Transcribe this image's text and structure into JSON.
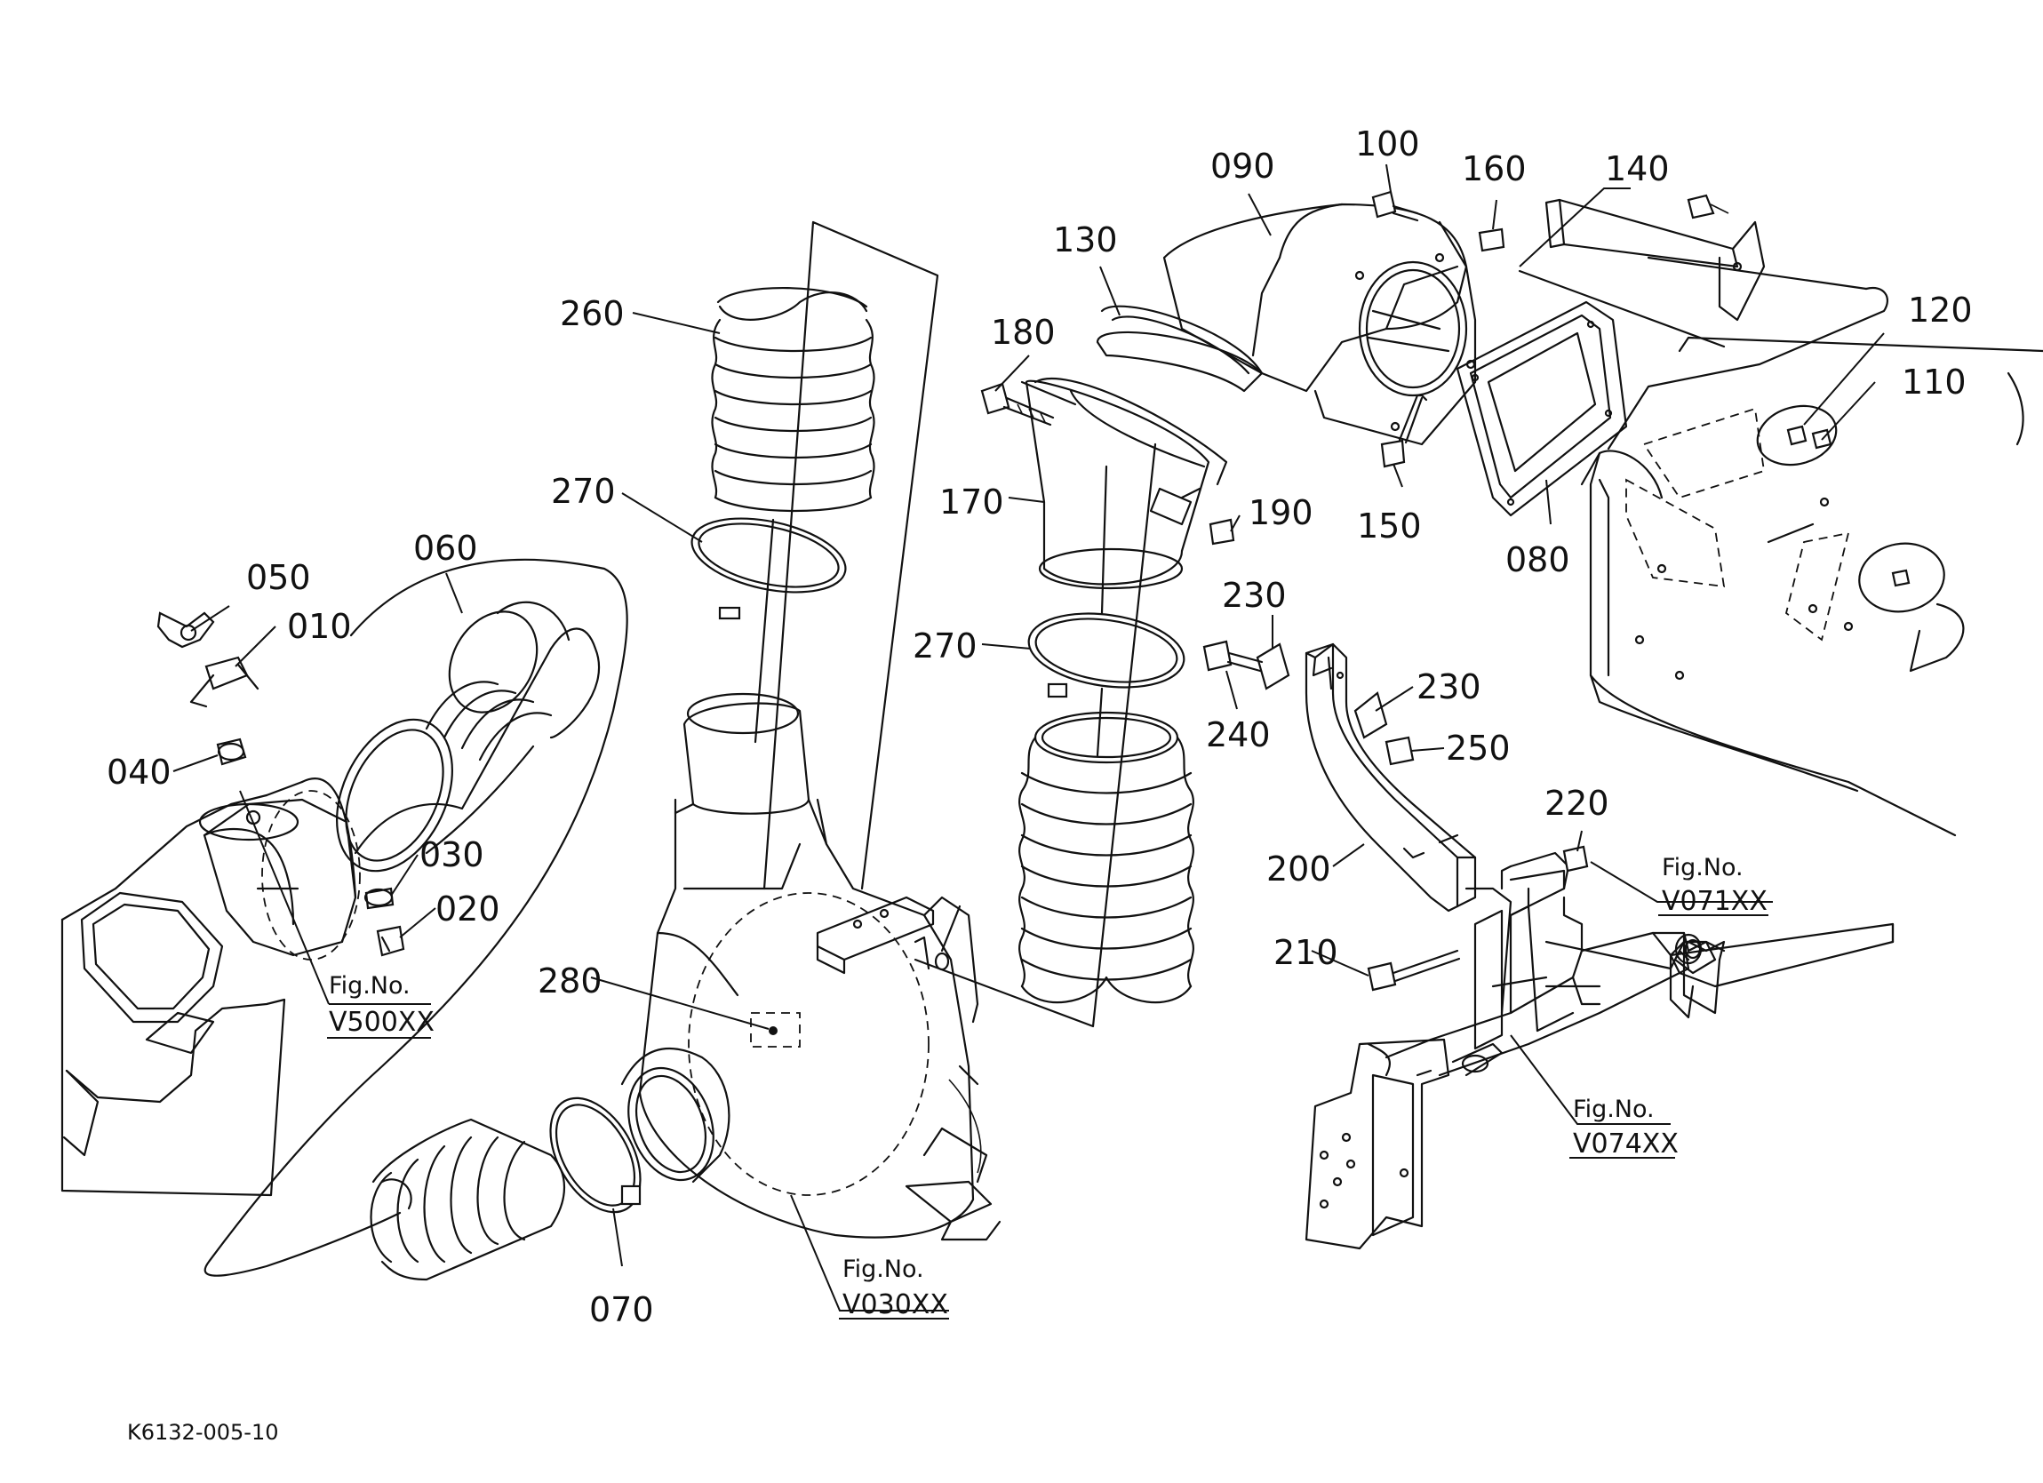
{
  "drawing_code": "K6132-005-10",
  "callouts": [
    {
      "id": "callout-090",
      "label": "090"
    },
    {
      "id": "callout-100",
      "label": "100"
    },
    {
      "id": "callout-160",
      "label": "160"
    },
    {
      "id": "callout-140",
      "label": "140"
    },
    {
      "id": "callout-130",
      "label": "130"
    },
    {
      "id": "callout-120",
      "label": "120"
    },
    {
      "id": "callout-110",
      "label": "110"
    },
    {
      "id": "callout-260",
      "label": "260"
    },
    {
      "id": "callout-180",
      "label": "180"
    },
    {
      "id": "callout-170",
      "label": "170"
    },
    {
      "id": "callout-190",
      "label": "190"
    },
    {
      "id": "callout-150",
      "label": "150"
    },
    {
      "id": "callout-080",
      "label": "080"
    },
    {
      "id": "callout-270a",
      "label": "270"
    },
    {
      "id": "callout-060",
      "label": "060"
    },
    {
      "id": "callout-050",
      "label": "050"
    },
    {
      "id": "callout-010",
      "label": "010"
    },
    {
      "id": "callout-270b",
      "label": "270"
    },
    {
      "id": "callout-230a",
      "label": "230"
    },
    {
      "id": "callout-230b",
      "label": "230"
    },
    {
      "id": "callout-240",
      "label": "240"
    },
    {
      "id": "callout-250",
      "label": "250"
    },
    {
      "id": "callout-040",
      "label": "040"
    },
    {
      "id": "callout-220",
      "label": "220"
    },
    {
      "id": "callout-030",
      "label": "030"
    },
    {
      "id": "callout-200",
      "label": "200"
    },
    {
      "id": "callout-020",
      "label": "020"
    },
    {
      "id": "callout-210",
      "label": "210"
    },
    {
      "id": "callout-280",
      "label": "280"
    },
    {
      "id": "callout-070",
      "label": "070"
    }
  ],
  "figure_refs": [
    {
      "id": "fig-ref-v500",
      "prefix": "Fig.No.",
      "code": "V500XX"
    },
    {
      "id": "fig-ref-v071",
      "prefix": "Fig.No.",
      "code": "V071XX"
    },
    {
      "id": "fig-ref-v074",
      "prefix": "Fig.No.",
      "code": "V074XX"
    },
    {
      "id": "fig-ref-v030",
      "prefix": "Fig.No.",
      "code": "V030XX"
    }
  ]
}
